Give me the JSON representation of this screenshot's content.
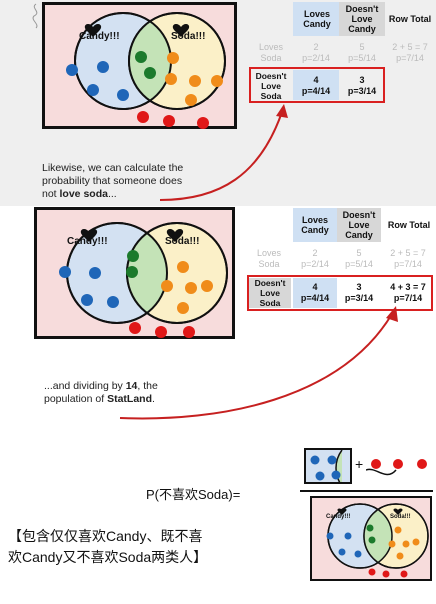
{
  "venn_labels": {
    "candy": "Candy!!!",
    "soda": "Soda!!!"
  },
  "table_headers": {
    "loves_candy": "Loves Candy",
    "doesnt_love_candy": "Doesn't Love Candy",
    "row_total": "Row Total"
  },
  "row_labels": {
    "loves_soda": "Loves Soda",
    "doesnt_love_soda": "Doesn't Love Soda"
  },
  "table1": {
    "loves_soda": {
      "c1a": "2",
      "c1b": "p=2/14",
      "c2a": "5",
      "c2b": "p=5/14",
      "c3a": "2 + 5 = 7",
      "c3b": "p=7/14"
    },
    "doesnt_love_soda": {
      "c1a": "4",
      "c1b": "p=4/14",
      "c2a": "3",
      "c2b": "p=3/14"
    }
  },
  "table2": {
    "loves_soda": {
      "c1a": "2",
      "c1b": "p=2/14",
      "c2a": "5",
      "c2b": "p=5/14",
      "c3a": "2 + 5 = 7",
      "c3b": "p=7/14"
    },
    "doesnt_love_soda": {
      "c1a": "4",
      "c1b": "p=4/14",
      "c2a": "3",
      "c2b": "p=3/14",
      "c3a": "4 + 3 = 7",
      "c3b": "p=7/14"
    }
  },
  "caption1": {
    "line1": "Likewise, we can calculate the",
    "line2": "probability that someone does",
    "line3_pre": "not ",
    "line3_bold": "love soda",
    "line3_post": "..."
  },
  "caption2": {
    "line1_pre": "...and dividing by ",
    "line1_bold": "14",
    "line1_post": ", the",
    "line2_pre": "population of ",
    "line2_bold": "StatLand",
    "line2_post": "."
  },
  "formula": {
    "label": "P(不喜欢Soda)=",
    "plus": "+"
  },
  "chinese_note": {
    "line1": "【包含仅仅喜欢Candy、既不喜",
    "line2": "欢Candy又不喜欢Soda两类人】"
  },
  "colors": {
    "blue_dot": "#1f66b8",
    "green_dot": "#1c7a2c",
    "orange_dot": "#f08c1a",
    "red_dot": "#e01818",
    "candy_fill": "#d3e1f2",
    "soda_fill": "#fbf0c8",
    "overlap_fill": "#c4e3b7",
    "box_fill": "#f7dcdc",
    "accent_red": "#d92020"
  }
}
